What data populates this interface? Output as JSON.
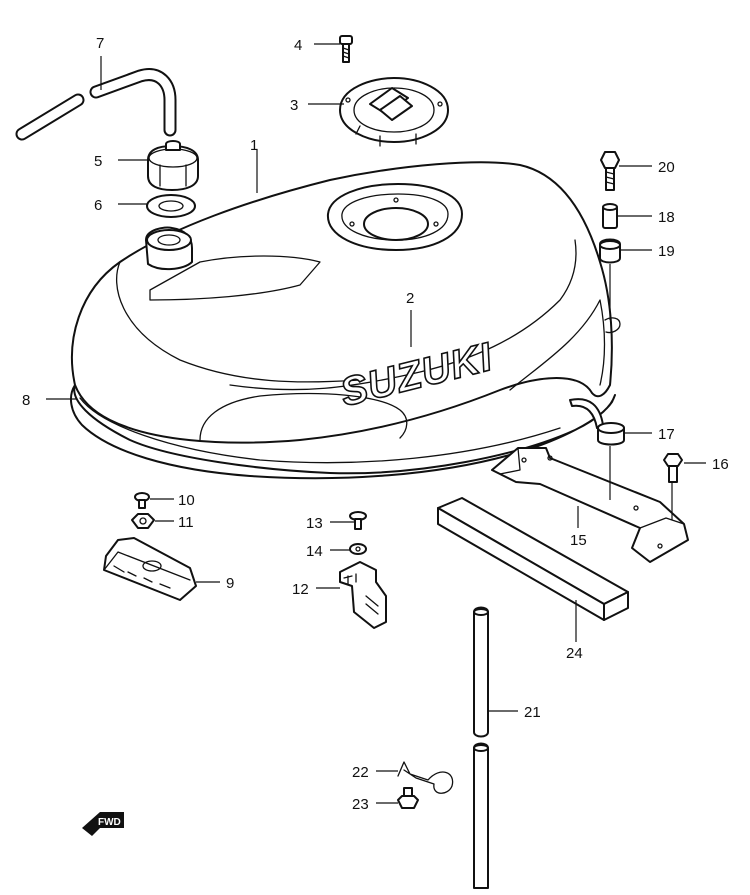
{
  "brand_text": "SUZUKI",
  "fwd_text": "FWD",
  "callouts": [
    {
      "id": "1",
      "label": "1"
    },
    {
      "id": "2",
      "label": "2"
    },
    {
      "id": "3",
      "label": "3"
    },
    {
      "id": "4",
      "label": "4"
    },
    {
      "id": "5",
      "label": "5"
    },
    {
      "id": "6",
      "label": "6"
    },
    {
      "id": "7",
      "label": "7"
    },
    {
      "id": "8",
      "label": "8"
    },
    {
      "id": "9",
      "label": "9"
    },
    {
      "id": "10",
      "label": "10"
    },
    {
      "id": "11",
      "label": "11"
    },
    {
      "id": "12",
      "label": "12"
    },
    {
      "id": "13",
      "label": "13"
    },
    {
      "id": "14",
      "label": "14"
    },
    {
      "id": "15",
      "label": "15"
    },
    {
      "id": "16",
      "label": "16"
    },
    {
      "id": "17",
      "label": "17"
    },
    {
      "id": "18",
      "label": "18"
    },
    {
      "id": "19",
      "label": "19"
    },
    {
      "id": "20",
      "label": "20"
    },
    {
      "id": "21",
      "label": "21"
    },
    {
      "id": "22",
      "label": "22"
    },
    {
      "id": "23",
      "label": "23"
    },
    {
      "id": "24",
      "label": "24"
    }
  ],
  "colors": {
    "ink": "#111111",
    "paper": "#ffffff"
  }
}
